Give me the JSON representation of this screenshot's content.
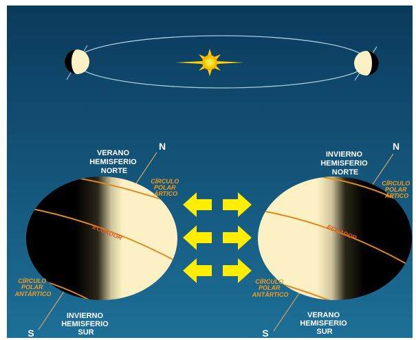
{
  "colors": {
    "sky_top": "#0b3a5c",
    "sky_bottom": "#1d6f97",
    "day": "#fbf1c4",
    "night": "#000000",
    "latitude_line": "#e08a1a",
    "arrow": "#ffee00",
    "sun": "#ffd400"
  },
  "left_globe": {
    "season_top": [
      "VERANO",
      "HEMISFERIO",
      "NORTE"
    ],
    "season_bottom": [
      "INVIERNO",
      "HEMISFERIO",
      "SUR"
    ],
    "north_pole": "N",
    "south_pole": "S",
    "arctic_circle": [
      "CÍRCULO",
      "POLAR",
      "ÁRTICO"
    ],
    "antarctic_circle": [
      "CÍRCULO",
      "POLAR",
      "ANTÁRTICO"
    ],
    "equator": "ECUADOR"
  },
  "right_globe": {
    "season_top": [
      "INVIERNO",
      "HEMISFERIO",
      "NORTE"
    ],
    "season_bottom": [
      "VERANO",
      "HEMISFERIO",
      "SUR"
    ],
    "north_pole": "N",
    "south_pole": "S",
    "arctic_circle": [
      "CÍRCULO",
      "POLAR",
      "ÁRTICO"
    ],
    "antarctic_circle": [
      "CÍRCULO",
      "POLAR",
      "ANTÁRTICO"
    ],
    "equator": "ECUADOR"
  },
  "arrows": {
    "rows": 3,
    "icon": "double-arrow-left-right"
  }
}
